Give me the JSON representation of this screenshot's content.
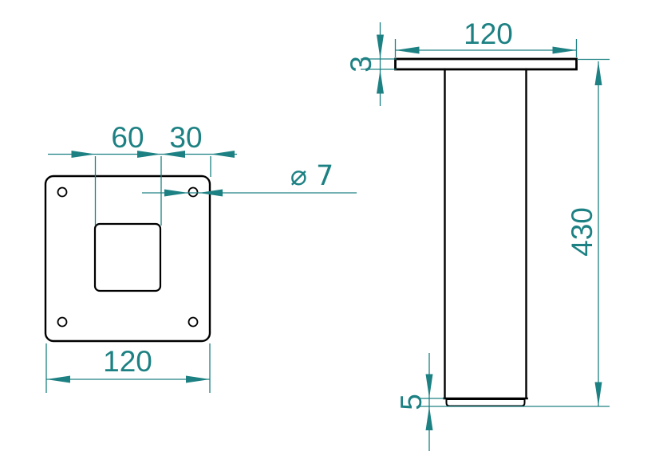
{
  "colors": {
    "dimension": "#1d8183",
    "outline": "#000000",
    "background": "#ffffff"
  },
  "top_view": {
    "tube_width_label": "60",
    "hole_offset_label": "30",
    "hole_diameter_label": "⌀ 7",
    "plate_width_label": "120"
  },
  "side_view": {
    "plate_width_label": "120",
    "plate_thickness_label": "3",
    "leg_height_label": "430",
    "foot_height_label": "5"
  }
}
